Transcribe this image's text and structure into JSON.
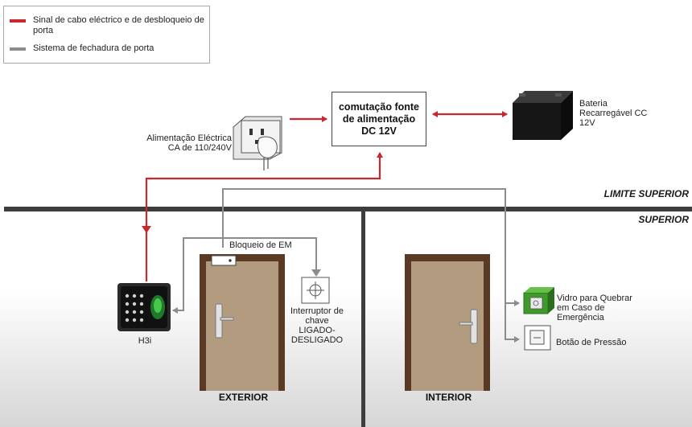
{
  "legend": {
    "items": [
      {
        "label": "Sinal de cabo eléctrico e de desbloqueio de porta",
        "color": "#c8282e"
      },
      {
        "label": "Sistema de fechadura de porta",
        "color": "#8c8c8c"
      }
    ]
  },
  "power_supply": {
    "label": "comutação fonte\nde alimentação\nDC 12V"
  },
  "ac_power": {
    "label_line1": "Alimentação Eléctrica",
    "label_line2": "CA de 110/240V"
  },
  "battery": {
    "label_line1": "Bateria",
    "label_line2": "Recarregável CC",
    "label_line3": "12V"
  },
  "limits": {
    "upper_limit": "LIMITE SUPERIOR",
    "upper": "SUPERIOR"
  },
  "em_lock": {
    "label": "Bloqueio de EM"
  },
  "switch": {
    "label_line1": "Interruptor de",
    "label_line2": "chave LIGADO-",
    "label_line3": "DESLIGADO"
  },
  "reader": {
    "label": "H3i"
  },
  "break_glass": {
    "label_line1": "Vidro para Quebrar",
    "label_line2": "em Caso de",
    "label_line3": "Emergência"
  },
  "push_button": {
    "label": "Botão de Pressão"
  },
  "doors": {
    "exterior": "EXTERIOR",
    "interior": "INTERIOR"
  },
  "colors": {
    "signal": "#c8282e",
    "lock": "#8c8c8c",
    "door_frame": "#5a3a24",
    "door_panel": "#b29b7e",
    "ceiling": "#3d3d3d"
  }
}
